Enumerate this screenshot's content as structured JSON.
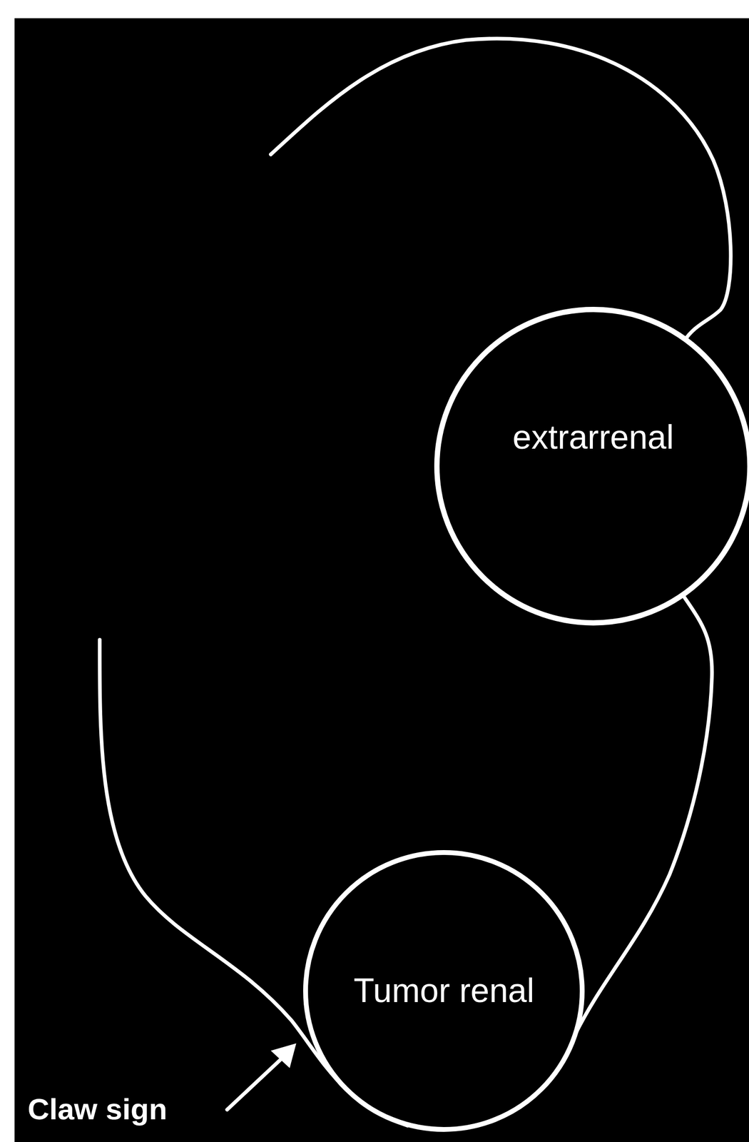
{
  "diagram": {
    "nodes": [
      {
        "text": [
          "extrarrenal"
        ]
      },
      {
        "text": [
          "Tumor renal"
        ]
      }
    ],
    "labels": [
      "Claw sign"
    ]
  }
}
